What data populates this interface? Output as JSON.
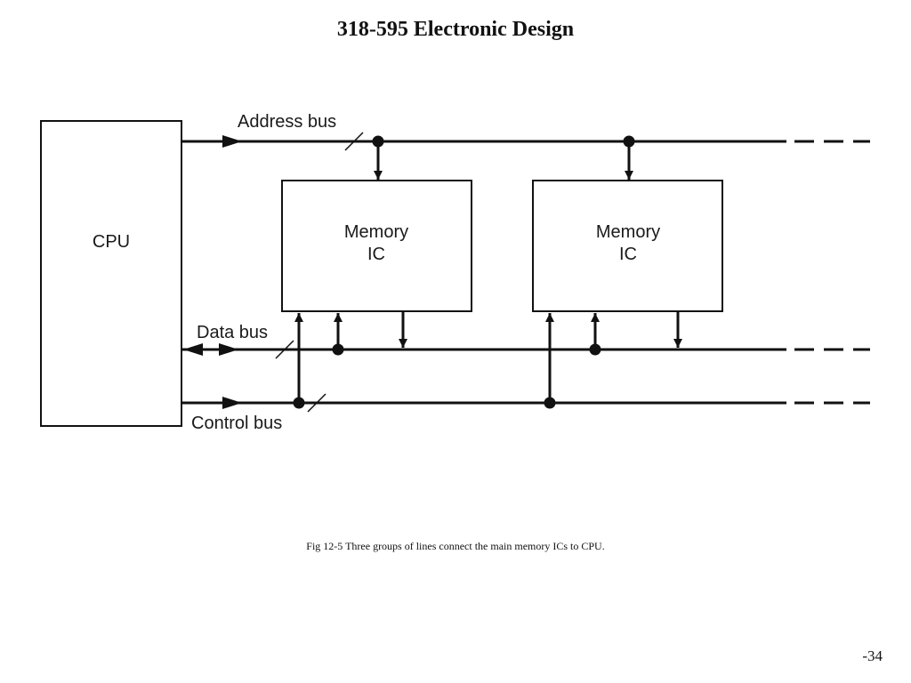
{
  "header": {
    "title": "318-595 Electronic Design"
  },
  "diagram": {
    "cpu_label": "CPU",
    "memory_ic_1": {
      "line1": "Memory",
      "line2": "IC"
    },
    "memory_ic_2": {
      "line1": "Memory",
      "line2": "IC"
    },
    "address_bus_label": "Address bus",
    "data_bus_label": "Data bus",
    "control_bus_label": "Control bus",
    "line_color": "#111111"
  },
  "caption": "Fig 12-5 Three groups of lines connect the main memory ICs to CPU.",
  "footer": {
    "page_number": "-34"
  }
}
